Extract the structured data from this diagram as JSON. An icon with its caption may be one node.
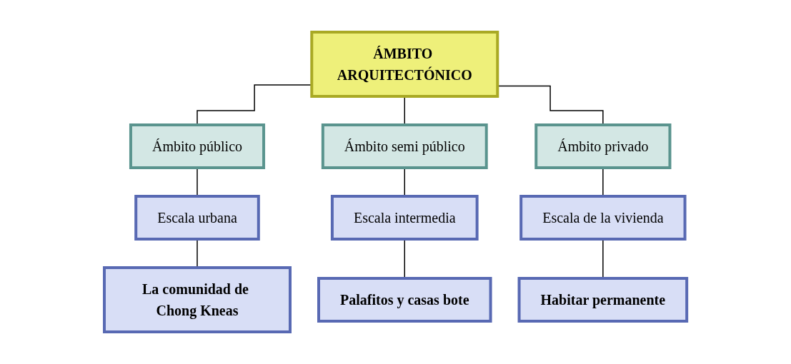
{
  "diagram": {
    "nodes": [
      {
        "text": [
          "ÁMBITO ARQUITECTÓNICO"
        ]
      },
      {
        "text": [
          "Ámbito público"
        ]
      },
      {
        "text": [
          "Ámbito semi público"
        ]
      },
      {
        "text": [
          "Ámbito privado"
        ]
      },
      {
        "text": [
          "Escala urbana"
        ]
      },
      {
        "text": [
          "Escala intermedia"
        ]
      },
      {
        "text": [
          "Escala de la vivienda"
        ]
      },
      {
        "text": [
          "La comunidad de Chong Kneas"
        ]
      },
      {
        "text": [
          "Palafitos y casas bote"
        ]
      },
      {
        "text": [
          "Habitar permanente"
        ]
      }
    ],
    "edges": [
      {
        "from": 0,
        "to": 1,
        "arrow": "none"
      },
      {
        "from": 0,
        "to": 2,
        "arrow": "none"
      },
      {
        "from": 0,
        "to": 3,
        "arrow": "none"
      },
      {
        "from": 1,
        "to": 4,
        "arrow": "none"
      },
      {
        "from": 2,
        "to": 5,
        "arrow": "none"
      },
      {
        "from": 3,
        "to": 6,
        "arrow": "none"
      },
      {
        "from": 4,
        "to": 7,
        "arrow": "none"
      },
      {
        "from": 5,
        "to": 8,
        "arrow": "none"
      },
      {
        "from": 6,
        "to": 9,
        "arrow": "none"
      }
    ]
  }
}
